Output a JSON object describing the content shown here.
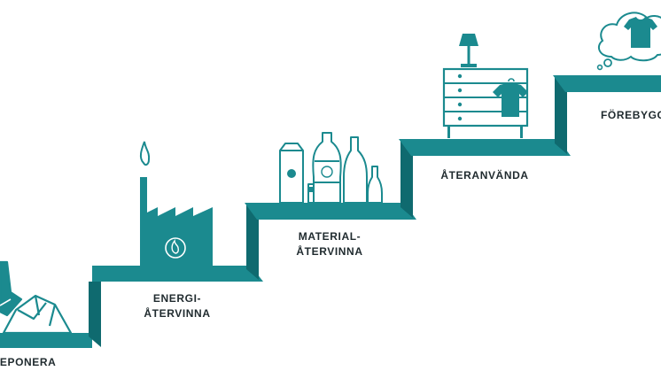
{
  "colors": {
    "teal": "#1b8a8f",
    "dark_teal": "#0f6a6f",
    "text": "#1f2a2e"
  },
  "steps": [
    {
      "id": "deponera",
      "line1": "DEPONERA",
      "line2": "",
      "icon": "landfill-icon"
    },
    {
      "id": "energi",
      "line1": "ENERGI-",
      "line2": "ÅTERVINNA",
      "icon": "factory-icon"
    },
    {
      "id": "material",
      "line1": "MATERIAL-",
      "line2": "ÅTERVINNA",
      "icon": "bottles-icon"
    },
    {
      "id": "ateranvanda",
      "line1": "ÅTERANVÄNDA",
      "line2": "",
      "icon": "dresser-icon"
    },
    {
      "id": "forebygga",
      "line1": "FÖREBYGGA",
      "line2": "",
      "icon": "thought-tshirt-icon"
    }
  ]
}
